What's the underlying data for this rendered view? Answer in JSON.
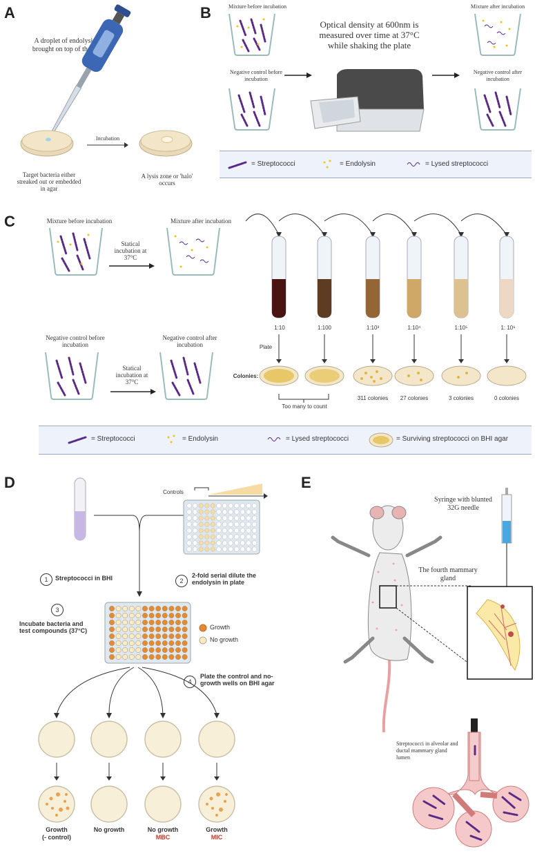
{
  "panels": {
    "A": {
      "letter": "A",
      "droplet_text": "A droplet of endolysin is brought on top of the agar",
      "incubation": "Incubation",
      "target_text": "Target bacteria either streaked out or embedded in agar",
      "lysis_text": "A lysis zone or 'halo' occurs"
    },
    "B": {
      "letter": "B",
      "mix_before": "Mixture before incubation",
      "neg_before": "Negative control before incubation",
      "od_text": "Optical density at 600nm is measured over time at 37°C while shaking the plate",
      "mix_after": "Mixture after incubation",
      "neg_after": "Negative control after incubation",
      "legend": {
        "strep": "= Streptococci",
        "endo": "= Endolysin",
        "lysed": "= Lysed streptococci"
      }
    },
    "C": {
      "letter": "C",
      "mix_before": "Mixture before incubation",
      "mix_after": "Mixture after incubation",
      "statical": "Statical incubation at 37°C",
      "neg_before": "Negative control before incubation",
      "neg_after": "Negative control after incubation",
      "statical2": "Statical incubation at 37°C",
      "dilutions": [
        "1:10",
        "1:100",
        "1:10³",
        "1:10⁴",
        "1:10⁵",
        "1: 10⁶"
      ],
      "plate": "Plate",
      "colonies_label": "Colonies:",
      "counts": [
        "311 colonies",
        "27 colonies",
        "3 colonies",
        "0 colonies"
      ],
      "too_many": "Too many to count",
      "legend": {
        "strep": "= Streptococci",
        "endo": "= Endolysin",
        "lysed": "= Lysed streptococci",
        "surviving": "= Surviving streptococci on BHI agar"
      }
    },
    "D": {
      "letter": "D",
      "controls": "Controls",
      "step1_num": "1",
      "step1": "Streptococci in BHI",
      "step2_num": "2",
      "step2": "2-fold serial dilute the endolysin in plate",
      "step3_num": "3",
      "step3": "Incubate bacteria and test compounds (37°C)",
      "growth": "Growth",
      "no_growth": "No growth",
      "step4_num": "4",
      "step4": "Plate the control and no-growth wells on BHI agar",
      "results": [
        {
          "label": "Growth",
          "sub": "(- control)",
          "sub_color": "#222"
        },
        {
          "label": "No growth",
          "sub": "",
          "sub_color": "#222"
        },
        {
          "label": "No growth",
          "sub": "MBC",
          "sub_color": "#c0392b"
        },
        {
          "label": "Growth",
          "sub": "MIC",
          "sub_color": "#c0392b"
        }
      ]
    },
    "E": {
      "letter": "E",
      "syringe": "Syringe with blunted 32G needle",
      "gland": "The fourth mammary gland",
      "lumen": "Streptococci in alveolar and ductal mammary gland lumen"
    }
  },
  "colors": {
    "strep": "#5b2a86",
    "endo": "#f2c318",
    "legend_bg": "#eef3fb",
    "growth": "#e58a2e",
    "no_growth": "#fbecc4",
    "red": "#c0392b"
  }
}
